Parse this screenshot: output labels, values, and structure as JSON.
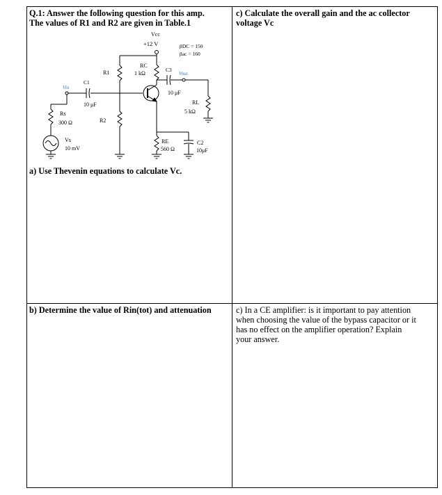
{
  "q1": {
    "line1": "Q.1: Answer the following question for this amp.",
    "line2": "The values of R1 and R2 are given in Table.1"
  },
  "qa": "a) Use Thevenin equations to calculate Vc.",
  "qb": "b) Determine the value of Rin(tot) and attenuation",
  "qc_gain": {
    "line1": "c) Calculate the overall gain and the ac collector",
    "line2": "voltage Vc"
  },
  "qc_bypass": {
    "line1": "c) In a CE amplifier: is it important to pay attention",
    "line2": "when choosing the value of the bypass capacitor or it",
    "line3": "has no effect on the amplifier operation? Explain",
    "line4": "your answer."
  },
  "circuit": {
    "vcc": "Vcc",
    "vcc_value": "+12 V",
    "beta_dc": "βDC = 150",
    "beta_ac": "βac = 160",
    "rc": "RC",
    "rc_value": "1 kΩ",
    "r1": "R1",
    "r2": "R2",
    "c1": "C1",
    "c1_value": "10 μF",
    "c3": "C3",
    "c3_value": "10 μF",
    "vin": "Vin",
    "vout": "Vout",
    "rl": "RL",
    "rl_value": "5 kΩ",
    "rs": "Rs",
    "rs_value": "300 Ω",
    "vs": "Vs",
    "vs_value": "10 mV",
    "re": "RE",
    "re_value": "560 Ω",
    "c2": "C2",
    "c2_value": "10μF",
    "accent_color": "#3a7bd5"
  }
}
